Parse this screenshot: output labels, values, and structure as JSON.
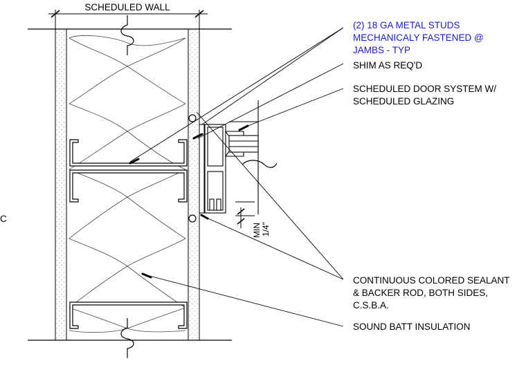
{
  "title_label": "SCHEDULED WALL",
  "edge_mark": "C",
  "dimension": {
    "line1": "MIN",
    "line2": "1/4\""
  },
  "notes": {
    "studs": [
      "(2) 18 GA METAL STUDS",
      "MECHANICALY FASTENED @",
      "JAMBS - TYP"
    ],
    "shim": "SHIM AS REQ'D",
    "door": [
      "SCHEDULED DOOR SYSTEM W/",
      "SCHEDULED GLAZING"
    ],
    "sealant": [
      "CONTINUOUS COLORED SEALANT",
      "& BACKER ROD, BOTH SIDES,",
      "C.S.B.A."
    ],
    "insulation": "SOUND BATT INSULATION"
  },
  "colors": {
    "line": "#000000",
    "highlight_text": "#1a1ad0"
  }
}
